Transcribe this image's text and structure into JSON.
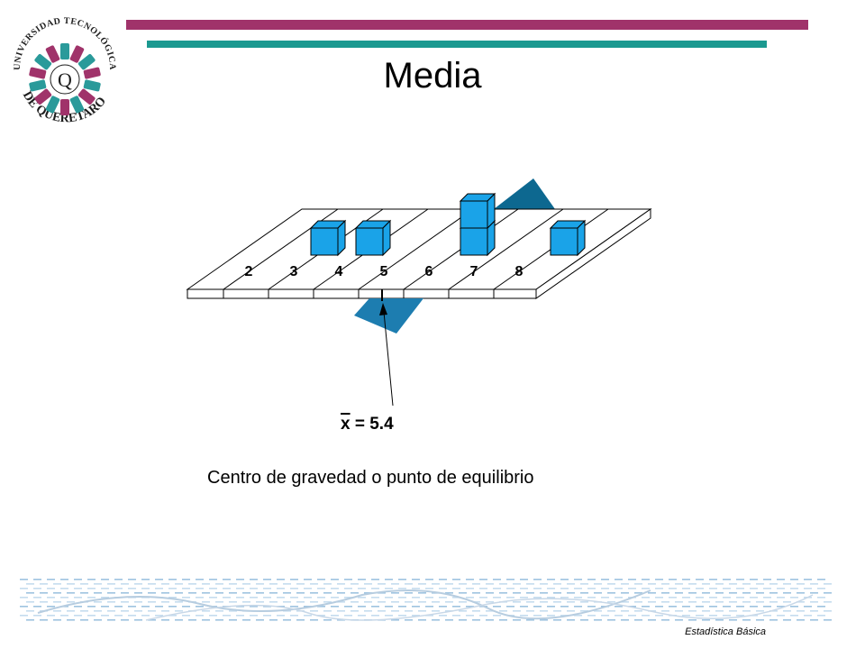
{
  "header": {
    "title": "Media",
    "accent_top": "#a0336a",
    "accent_bottom": "#1b9990"
  },
  "logo": {
    "name": "universidad-tecnologica-de-queretaro-logo",
    "text_top": "UNIVERSIDAD TECNOLÓGICA",
    "text_bottom": "DE QUERETARO",
    "letter": "Q",
    "colors": [
      "#2a9a9a",
      "#a0336a",
      "#1d1d1d"
    ]
  },
  "diagram": {
    "scale_labels": [
      "2",
      "3",
      "4",
      "5",
      "6",
      "7",
      "8"
    ],
    "block_values": [
      3,
      4,
      6,
      6,
      8
    ],
    "block_color": "#1aa3e8",
    "fulcrum_color": "#0d6890",
    "mean_symbol": "x",
    "mean_text": " = 5.4",
    "mean_value": 5.4
  },
  "caption": "Centro de gravedad o punto de equilibrio",
  "footer": {
    "text": "Estadística Básica"
  }
}
